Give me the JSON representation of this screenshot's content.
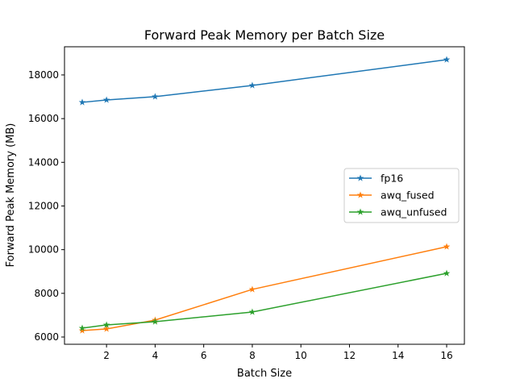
{
  "chart_data": {
    "type": "line",
    "title": "Forward Peak Memory per Batch Size",
    "xlabel": "Batch Size",
    "ylabel": "Forward Peak Memory (MB)",
    "x": [
      1,
      2,
      4,
      8,
      16
    ],
    "xlim": [
      0.27,
      16.73
    ],
    "ylim": [
      5668,
      19290
    ],
    "xticks": [
      2,
      4,
      6,
      8,
      10,
      12,
      14,
      16
    ],
    "yticks": [
      6000,
      8000,
      10000,
      12000,
      14000,
      16000,
      18000
    ],
    "grid": false,
    "legend_position": "center-right",
    "marker": "star",
    "series": [
      {
        "name": "fp16",
        "color": "#1f77b4",
        "values": [
          16745,
          16855,
          17005,
          17520,
          18700
        ]
      },
      {
        "name": "awq_fused",
        "color": "#ff7f0e",
        "values": [
          6295,
          6370,
          6775,
          8180,
          10135
        ]
      },
      {
        "name": "awq_unfused",
        "color": "#2ca02c",
        "values": [
          6405,
          6555,
          6700,
          7145,
          8915
        ]
      }
    ]
  }
}
